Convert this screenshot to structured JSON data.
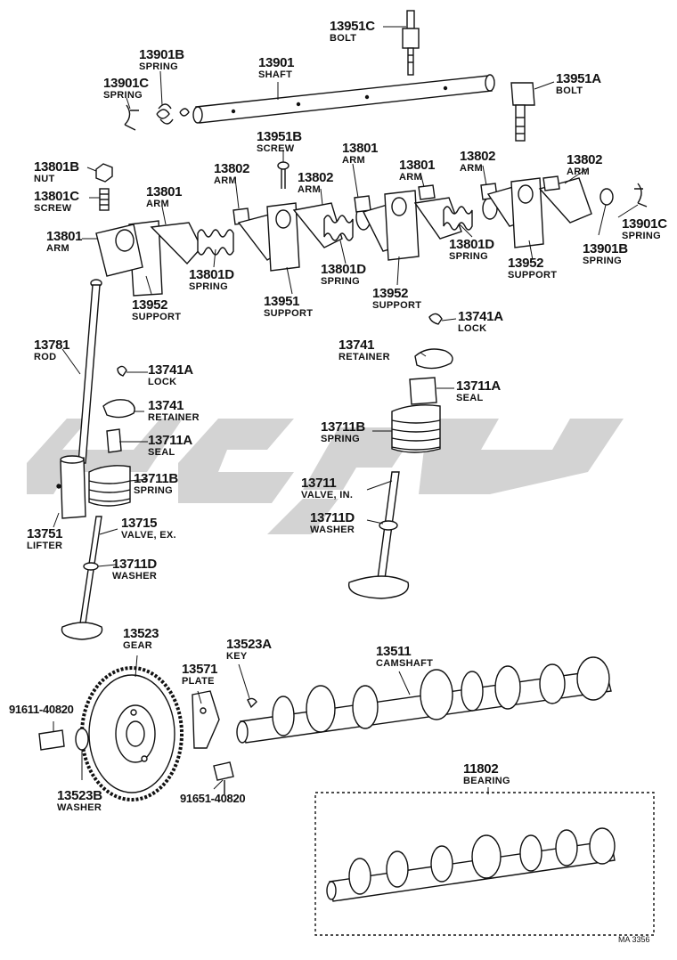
{
  "parts": {
    "p13951C": {
      "pn": "13951C",
      "nm": "BOLT"
    },
    "p13901": {
      "pn": "13901",
      "nm": "SHAFT"
    },
    "p13901B_top": {
      "pn": "13901B",
      "nm": "SPRING"
    },
    "p13901C_top": {
      "pn": "13901C",
      "nm": "SPRING"
    },
    "p13951A": {
      "pn": "13951A",
      "nm": "BOLT"
    },
    "p13951B": {
      "pn": "13951B",
      "nm": "SCREW"
    },
    "p13801B": {
      "pn": "13801B",
      "nm": "NUT"
    },
    "p13801C": {
      "pn": "13801C",
      "nm": "SCREW"
    },
    "p13802_a": {
      "pn": "13802",
      "nm": "ARM"
    },
    "p13801_a": {
      "pn": "13801",
      "nm": "ARM"
    },
    "p13802_b": {
      "pn": "13802",
      "nm": "ARM"
    },
    "p13801_b": {
      "pn": "13801",
      "nm": "ARM"
    },
    "p13801_c": {
      "pn": "13801",
      "nm": "ARM"
    },
    "p13802_c": {
      "pn": "13802",
      "nm": "ARM"
    },
    "p13802_d": {
      "pn": "13802",
      "nm": "ARM"
    },
    "p13801_d": {
      "pn": "13801",
      "nm": "ARM"
    },
    "p13901C_right": {
      "pn": "13901C",
      "nm": "SPRING"
    },
    "p13901B_right": {
      "pn": "13901B",
      "nm": "SPRING"
    },
    "p13801D_a": {
      "pn": "13801D",
      "nm": "SPRING"
    },
    "p13801D_b": {
      "pn": "13801D",
      "nm": "SPRING"
    },
    "p13801D_c": {
      "pn": "13801D",
      "nm": "SPRING"
    },
    "p13952_a": {
      "pn": "13952",
      "nm": "SUPPORT"
    },
    "p13951": {
      "pn": "13951",
      "nm": "SUPPORT"
    },
    "p13952_b": {
      "pn": "13952",
      "nm": "SUPPORT"
    },
    "p13952_c": {
      "pn": "13952",
      "nm": "SUPPORT"
    },
    "p13741A_right": {
      "pn": "13741A",
      "nm": "LOCK"
    },
    "p13741_right": {
      "pn": "13741",
      "nm": "RETAINER"
    },
    "p13711A_right": {
      "pn": "13711A",
      "nm": "SEAL"
    },
    "p13711B_right": {
      "pn": "13711B",
      "nm": "SPRING"
    },
    "p13711": {
      "pn": "13711",
      "nm": "VALVE, IN."
    },
    "p13711D_right": {
      "pn": "13711D",
      "nm": "WASHER"
    },
    "p13781": {
      "pn": "13781",
      "nm": "ROD"
    },
    "p13741A_left": {
      "pn": "13741A",
      "nm": "LOCK"
    },
    "p13741_left": {
      "pn": "13741",
      "nm": "RETAINER"
    },
    "p13711A_left": {
      "pn": "13711A",
      "nm": "SEAL"
    },
    "p13711B_left": {
      "pn": "13711B",
      "nm": "SPRING"
    },
    "p13751": {
      "pn": "13751",
      "nm": "LIFTER"
    },
    "p13715": {
      "pn": "13715",
      "nm": "VALVE, EX."
    },
    "p13711D_left": {
      "pn": "13711D",
      "nm": "WASHER"
    },
    "p13523": {
      "pn": "13523",
      "nm": "GEAR"
    },
    "p13523A": {
      "pn": "13523A",
      "nm": "KEY"
    },
    "p13571": {
      "pn": "13571",
      "nm": "PLATE"
    },
    "p13511": {
      "pn": "13511",
      "nm": "CAMSHAFT"
    },
    "p91611": {
      "pn": "91611-40820",
      "nm": ""
    },
    "p13523B": {
      "pn": "13523B",
      "nm": "WASHER"
    },
    "p91651": {
      "pn": "91651-40820",
      "nm": ""
    },
    "p11802": {
      "pn": "11802",
      "nm": "BEARING"
    }
  },
  "reference_code": "MA 3356",
  "watermark_color": "#d3d3d3",
  "line_color": "#111111"
}
